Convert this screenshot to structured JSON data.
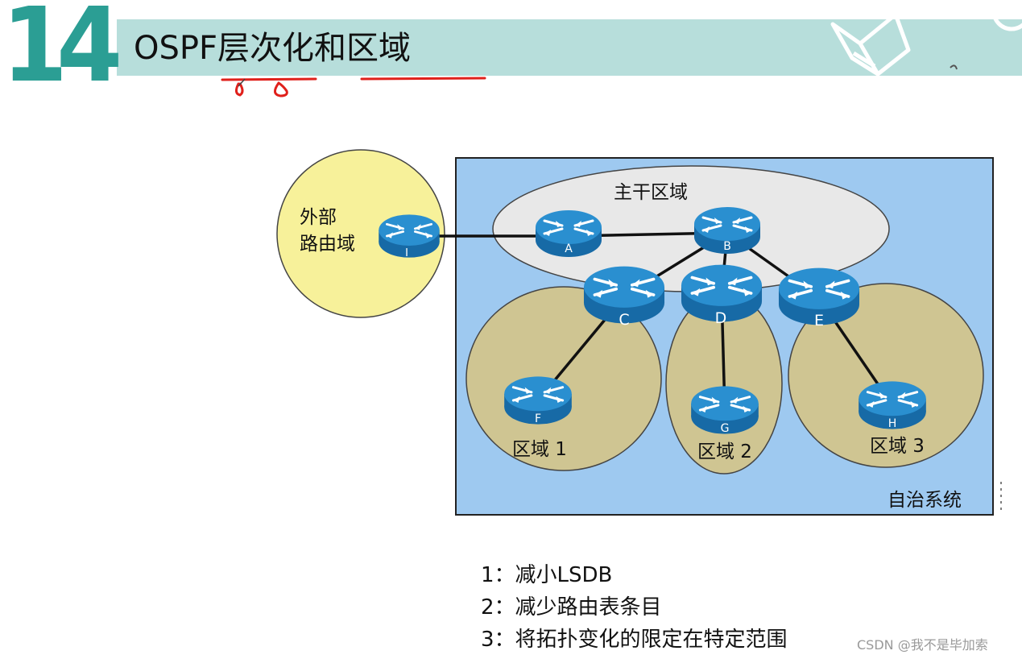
{
  "header": {
    "slide_number": "14",
    "title": "OSPF层次化和区域"
  },
  "diagram": {
    "external_domain_label_line1": "外部",
    "external_domain_label_line2": "路由域",
    "backbone_label": "主干区域",
    "autonomous_system_label": "自治系统",
    "area_labels": [
      "区域 1",
      "区域 2",
      "区域 3"
    ],
    "routers": [
      "I",
      "A",
      "B",
      "C",
      "D",
      "E",
      "F",
      "G",
      "H"
    ],
    "colors": {
      "as_fill": "#9ec9f0",
      "backbone_fill": "#e8e8e8",
      "area_fill": "#cfc592",
      "external_fill": "#f7f19a",
      "router_blue": "#1f82c4",
      "header_band": "#b7dedb",
      "slide_number": "#2b9e94",
      "annotation_red": "#e0201b"
    }
  },
  "benefits": [
    "1：减小LSDB",
    "2：减少路由表条目",
    "3：将拓扑变化的限定在特定范围"
  ],
  "watermark": "CSDN @我不是毕加索"
}
